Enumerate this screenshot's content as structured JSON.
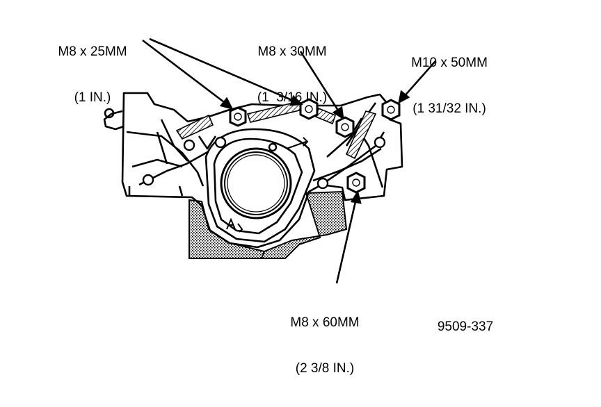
{
  "callouts": {
    "bolt_a": {
      "size": "M8 x 25MM",
      "inch": "(1 IN.)"
    },
    "bolt_b": {
      "size": "M8 x 30MM",
      "inch": "(1  3/16 IN.)"
    },
    "bolt_c": {
      "size": "M10 x 50MM",
      "inch": "(1 31/32 IN.)"
    },
    "bolt_d": {
      "size": "M8 x 60MM",
      "inch": "(2 3/8 IN.)"
    }
  },
  "figure_id": "9509-337"
}
